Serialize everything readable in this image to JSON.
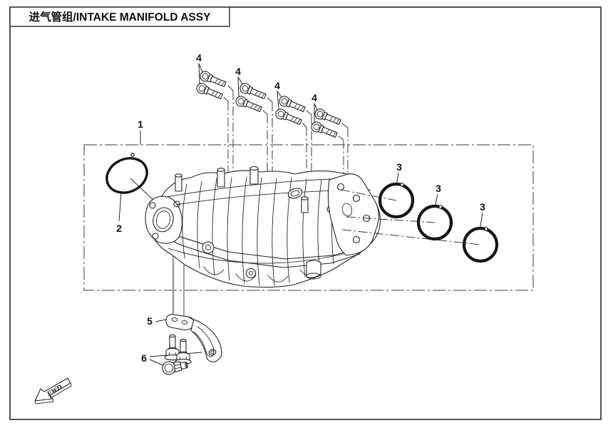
{
  "header": {
    "title": "进气管组/INTAKE MANIFOLD ASSY"
  },
  "diagram": {
    "type": "exploded-parts-diagram",
    "subject": "intake manifold assembly",
    "callouts": {
      "part1": "1",
      "part2": "2",
      "part3": "3",
      "part4": "4",
      "part5": "5",
      "part6": "6"
    },
    "fwd": {
      "label": "FWD"
    },
    "colors": {
      "line": "#222222",
      "hidden_line": "#9b9b9b",
      "border": "#2b2b2b",
      "background": "#ffffff"
    }
  }
}
